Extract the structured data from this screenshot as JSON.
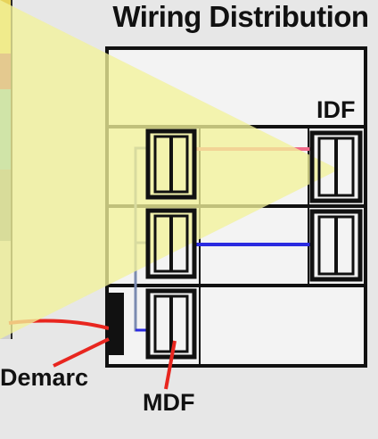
{
  "diagram": {
    "title": "Wiring Distribution",
    "labels": {
      "idf": "IDF",
      "demarc": "Demarc",
      "mdf": "MDF"
    },
    "colors": {
      "background": "#e7e7e7",
      "building_fill": "#f3f3f3",
      "outline": "#111111",
      "projector_beam": "#f2f29a",
      "cable_pink": "#f06a8a",
      "cable_blue": "#2a2ae0",
      "cable_red": "#e8261f",
      "cable_gray": "#7b8bb0"
    }
  }
}
